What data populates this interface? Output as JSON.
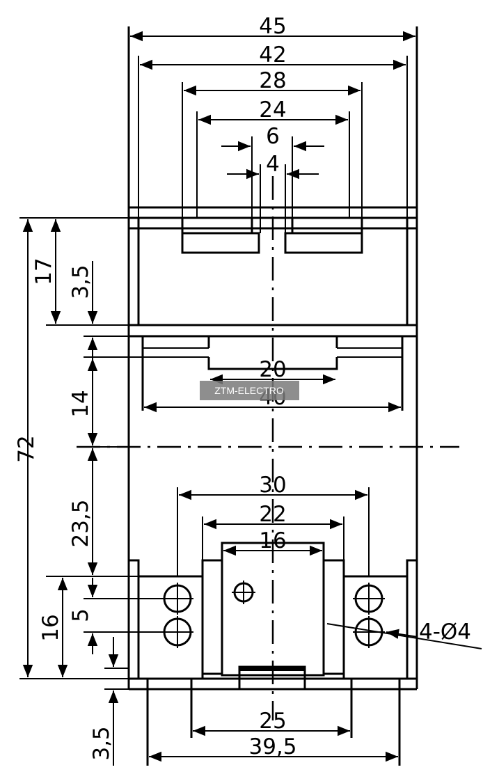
{
  "drawing": {
    "dimensions": {
      "d45": "45",
      "d42": "42",
      "d28": "28",
      "d24": "24",
      "d6": "6",
      "d4": "4",
      "d17": "17",
      "d3_5_top": "3,5",
      "d20": "20",
      "d40": "40",
      "d14": "14",
      "d72": "72",
      "d30": "30",
      "d22": "22",
      "d16_width": "16",
      "d23_5": "23,5",
      "d5": "5",
      "d16_height": "16",
      "d25": "25",
      "d39_5": "39,5",
      "d3_5_bottom": "3,5",
      "holes": "4-Ø4"
    },
    "watermark": "ZTM-ELECTRO"
  }
}
